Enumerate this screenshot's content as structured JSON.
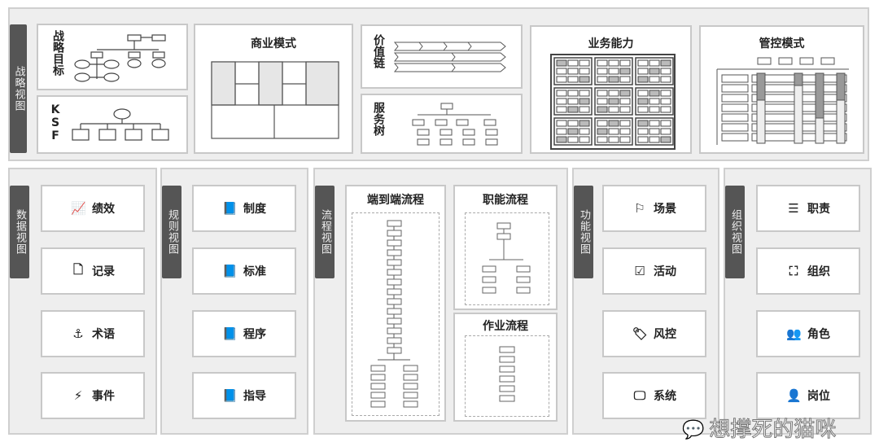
{
  "strategy": {
    "tab": "战略视图",
    "goals": "战略目标",
    "ksf": "KSF",
    "business_model": "商业模式",
    "value_chain": "价值链",
    "service_tree": "服务树",
    "capability": "业务能力",
    "control": "管控模式"
  },
  "data_view": {
    "tab": "数据视图",
    "items": [
      {
        "icon": "chart-line-icon",
        "glyph": "📈",
        "label": "绩效"
      },
      {
        "icon": "file-icon",
        "glyph": "🗋",
        "label": "记录"
      },
      {
        "icon": "anchor-icon",
        "glyph": "⚓",
        "label": "术语"
      },
      {
        "icon": "bolt-icon",
        "glyph": "⚡",
        "label": "事件"
      }
    ]
  },
  "rule_view": {
    "tab": "规则视图",
    "items": [
      {
        "icon": "book-icon",
        "glyph": "📘",
        "label": "制度"
      },
      {
        "icon": "book-icon",
        "glyph": "📘",
        "label": "标准"
      },
      {
        "icon": "book-icon",
        "glyph": "📘",
        "label": "程序"
      },
      {
        "icon": "book-icon",
        "glyph": "📘",
        "label": "指导"
      }
    ]
  },
  "process_view": {
    "tab": "流程视图",
    "end_to_end": "端到端流程",
    "functional": "职能流程",
    "operational": "作业流程"
  },
  "function_view": {
    "tab": "功能视图",
    "items": [
      {
        "icon": "flag-icon",
        "glyph": "⚐",
        "label": "场景"
      },
      {
        "icon": "check-square-icon",
        "glyph": "☑",
        "label": "活动"
      },
      {
        "icon": "tags-icon",
        "glyph": "🏷",
        "label": "风控"
      },
      {
        "icon": "monitor-icon",
        "glyph": "🖵",
        "label": "系统"
      }
    ]
  },
  "org_view": {
    "tab": "组织视图",
    "items": [
      {
        "icon": "list-icon",
        "glyph": "☰",
        "label": "职责"
      },
      {
        "icon": "sitemap-icon",
        "glyph": "⛶",
        "label": "组织"
      },
      {
        "icon": "users-icon",
        "glyph": "👥",
        "label": "角色"
      },
      {
        "icon": "user-icon",
        "glyph": "👤",
        "label": "岗位"
      }
    ]
  },
  "watermark": "想撑死的猫咪"
}
